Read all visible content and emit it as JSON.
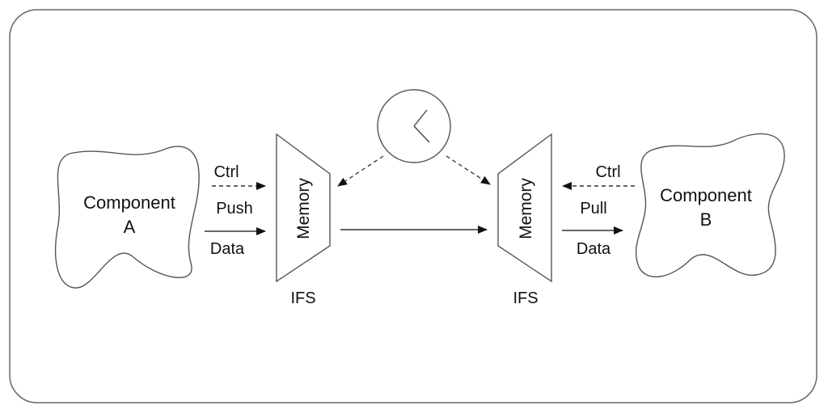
{
  "component_a": {
    "line1": "Component",
    "line2": "A"
  },
  "component_b": {
    "line1": "Component",
    "line2": "B"
  },
  "left_arrows": {
    "ctrl": "Ctrl",
    "push": "Push",
    "data": "Data"
  },
  "right_arrows": {
    "ctrl": "Ctrl",
    "pull": "Pull",
    "data": "Data"
  },
  "memory_left": {
    "label": "Memory",
    "caption": "IFS"
  },
  "memory_right": {
    "label": "Memory",
    "caption": "IFS"
  },
  "clock": {
    "icon": "clock-icon"
  },
  "colors": {
    "stroke": "#555555",
    "text": "#111111",
    "fill": "#ffffff"
  }
}
